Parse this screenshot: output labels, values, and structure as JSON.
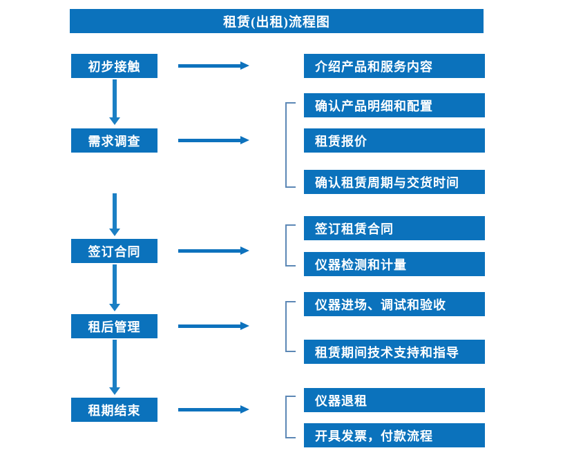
{
  "diagram": {
    "title": "租赁(出租)流程图",
    "colors": {
      "box_blue": "#0b72bc",
      "arrow_blue": "#0d72bd",
      "bracket_blue": "#5b87b5",
      "text_white": "#ffffff",
      "background": "#ffffff"
    },
    "stages": [
      {
        "label": "初步接触"
      },
      {
        "label": "需求调查"
      },
      {
        "label": "签订合同"
      },
      {
        "label": "租后管理"
      },
      {
        "label": "租期结束"
      }
    ],
    "details": [
      {
        "label": "介绍产品和服务内容"
      },
      {
        "label": "确认产品明细和配置"
      },
      {
        "label": "租赁报价"
      },
      {
        "label": "确认租赁周期与交货时间"
      },
      {
        "label": "签订租赁合同"
      },
      {
        "label": "仪器检测和计量"
      },
      {
        "label": "仪器进场、调试和验收"
      },
      {
        "label": "租赁期间技术支持和指导"
      },
      {
        "label": "仪器退租"
      },
      {
        "label": "开具发票，付款流程"
      }
    ],
    "connectors": {
      "stage_to_detail_arrows": 5,
      "stage_to_stage_arrows": 4,
      "group_brackets": 4
    }
  }
}
